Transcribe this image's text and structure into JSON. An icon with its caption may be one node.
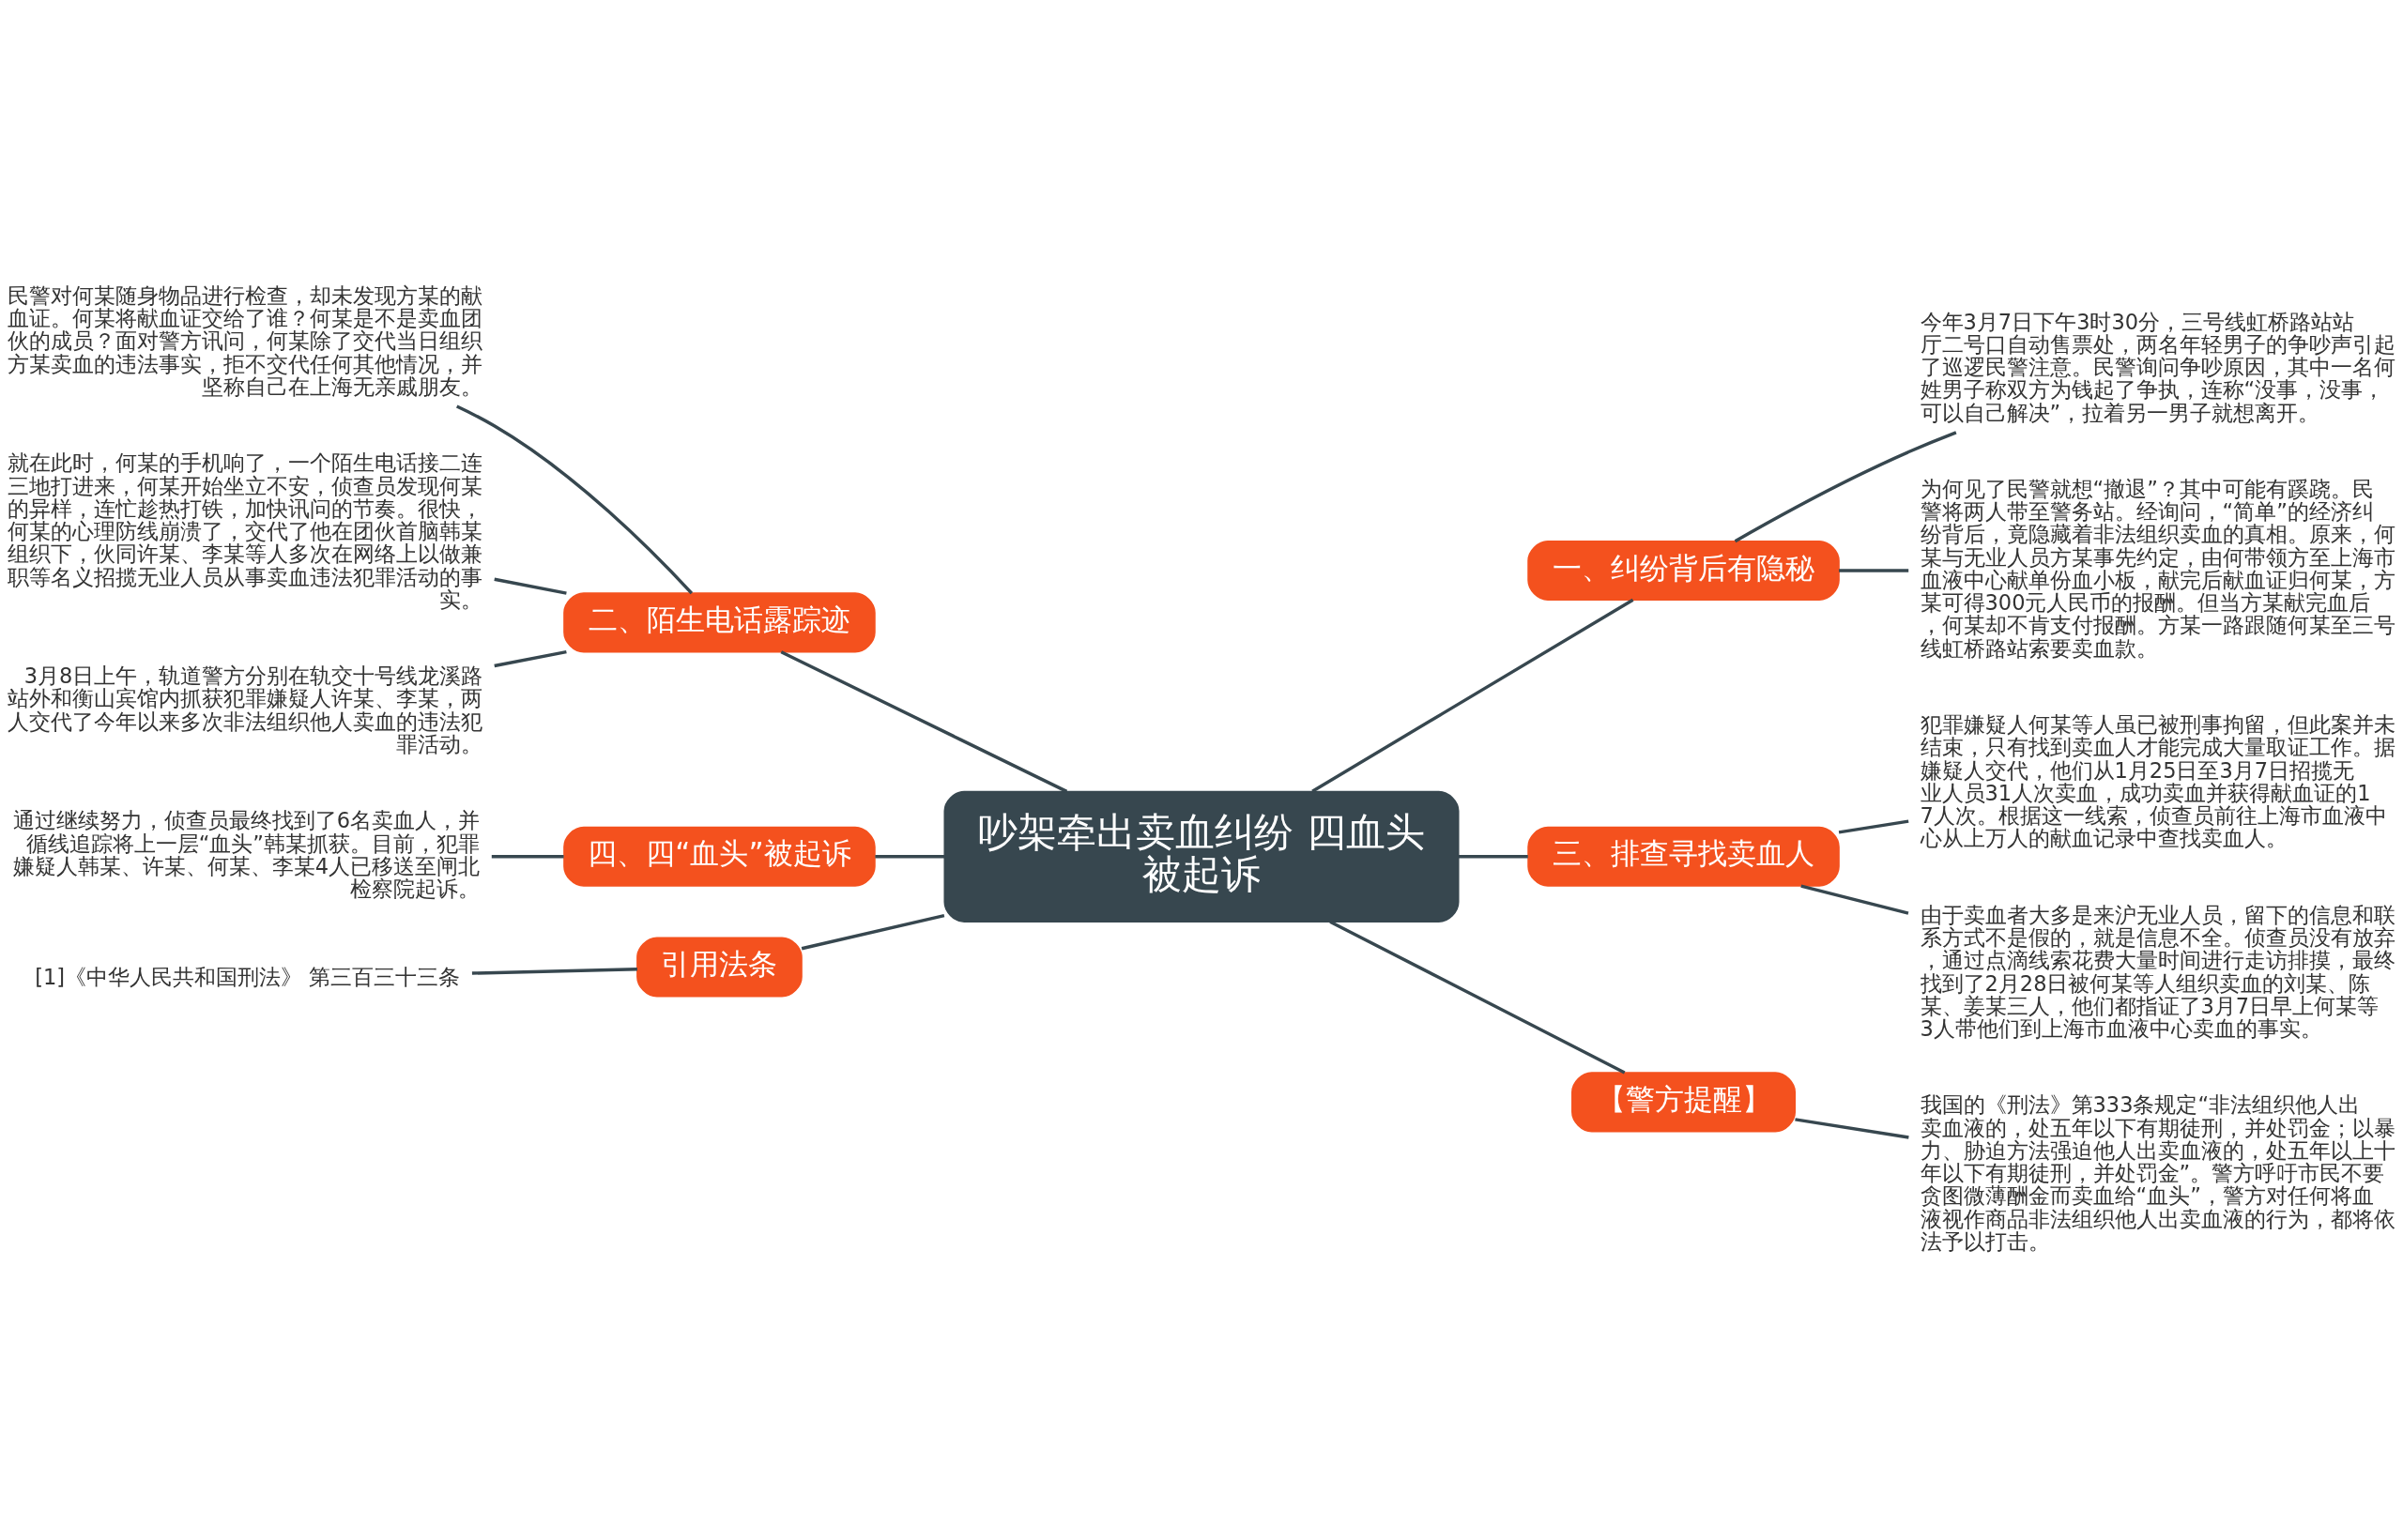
{
  "diagram": {
    "nodes": [
      {
        "text": [
          "吵架牵出卖血纠纷 四血头被起诉"
        ]
      },
      {
        "text": [
          "一、纠纷背后有隐秘"
        ]
      },
      {
        "text": [
          "今年3月7日下午3时30分，三号线虹桥路站站厅二号口自动售票处，两名年轻男子的争吵声引起了巡逻民警注意。民警询问争吵原因，其中一名何姓男子称双方为钱起了争执，连称“没事，没事，可以自己解决”，拉着另一男子就想离开。"
        ]
      },
      {
        "text": [
          "为何见了民警就想“撤退”？其中可能有蹊跷。民警将两人带至警务站。经询问，“简单”的经济纠纷背后，竟隐藏着非法组织卖血的真相。原来，何某与无业人员方某事先约定，由何带领方至上海市血液中心献单份血小板，献完后献血证归何某，方某可得300元人民币的报酬。但当方某献完血后，何某却不肯支付报酬。方某一路跟随何某至三号线虹桥路站索要卖血款。"
        ]
      },
      {
        "text": [
          "三、排查寻找卖血人"
        ]
      },
      {
        "text": [
          "犯罪嫌疑人何某等人虽已被刑事拘留，但此案并未结束，只有找到卖血人才能完成大量取证工作。据嫌疑人交代，他们从1月25日至3月7日招揽无业人员31人次卖血，成功卖血并获得献血证的17人次。根据这一线索，侦查员前往上海市血液中心从上万人的献血记录中查找卖血人。"
        ]
      },
      {
        "text": [
          "由于卖血者大多是来沪无业人员，留下的信息和联系方式不是假的，就是信息不全。侦查员没有放弃，通过点滴线索花费大量时间进行走访排摸，最终找到了2月28日被何某等人组织卖血的刘某、陈某、姜某三人，他们都指证了3月7日早上何某等3人带他们到上海市血液中心卖血的事实。"
        ]
      },
      {
        "text": [
          "【警方提醒】"
        ]
      },
      {
        "text": [
          "我国的《刑法》第333条规定“非法组织他人出卖血液的，处五年以下有期徒刑，并处罚金；以暴力、胁迫方法强迫他人出卖血液的，处五年以上十年以下有期徒刑，并处罚金”。警方呼吁市民不要贪图微薄酬金而卖血给“血头”，警方对任何将血液视作商品非法组织他人出卖血液的行为，都将依法予以打击。"
        ]
      },
      {
        "text": [
          "二、陌生电话露踪迹"
        ]
      },
      {
        "text": [
          "民警对何某随身物品进行检查，却未发现方某的献血证。何某将献血证交给了谁？何某是不是卖血团伙的成员？面对警方讯问，何某除了交代当日组织方某卖血的违法事实，拒不交代任何其他情况，并坚称自己在上海无亲戚朋友。"
        ]
      },
      {
        "text": [
          "就在此时，何某的手机响了，一个陌生电话接二连三地打进来，何某开始坐立不安，侦查员发现何某的异样，连忙趁热打铁，加快讯问的节奏。很快，何某的心理防线崩溃了，交代了他在团伙首脑韩某组织下，伙同许某、李某等人多次在网络上以做兼职等名义招揽无业人员从事卖血违法犯罪活动的事实。"
        ]
      },
      {
        "text": [
          "3月8日上午，轨道警方分别在轨交十号线龙溪路站外和衡山宾馆内抓获犯罪嫌疑人许某、李某，两人交代了今年以来多次非法组织他人卖血的违法犯罪活动。"
        ]
      },
      {
        "text": [
          "四、四“血头”被起诉"
        ]
      },
      {
        "text": [
          "通过继续努力，侦查员最终找到了6名卖血人，并循线追踪将上一层“血头”韩某抓获。目前，犯罪嫌疑人韩某、许某、何某、李某4人已移送至闸北检察院起诉。"
        ]
      },
      {
        "text": [
          "引用法条"
        ]
      },
      {
        "text": [
          "[1]《中华人民共和国刑法》 第三百三十三条"
        ]
      }
    ],
    "edges": [
      {
        "from": 0,
        "to": 1,
        "arrow": "none"
      },
      {
        "from": 1,
        "to": 2,
        "arrow": "none"
      },
      {
        "from": 1,
        "to": 3,
        "arrow": "none"
      },
      {
        "from": 0,
        "to": 4,
        "arrow": "none"
      },
      {
        "from": 4,
        "to": 5,
        "arrow": "none"
      },
      {
        "from": 4,
        "to": 6,
        "arrow": "none"
      },
      {
        "from": 0,
        "to": 7,
        "arrow": "none"
      },
      {
        "from": 7,
        "to": 8,
        "arrow": "none"
      },
      {
        "from": 0,
        "to": 9,
        "arrow": "none"
      },
      {
        "from": 9,
        "to": 10,
        "arrow": "none"
      },
      {
        "from": 9,
        "to": 11,
        "arrow": "none"
      },
      {
        "from": 9,
        "to": 12,
        "arrow": "none"
      },
      {
        "from": 0,
        "to": 13,
        "arrow": "none"
      },
      {
        "from": 13,
        "to": 14,
        "arrow": "none"
      },
      {
        "from": 0,
        "to": 15,
        "arrow": "none"
      },
      {
        "from": 15,
        "to": 16,
        "arrow": "none"
      }
    ]
  }
}
